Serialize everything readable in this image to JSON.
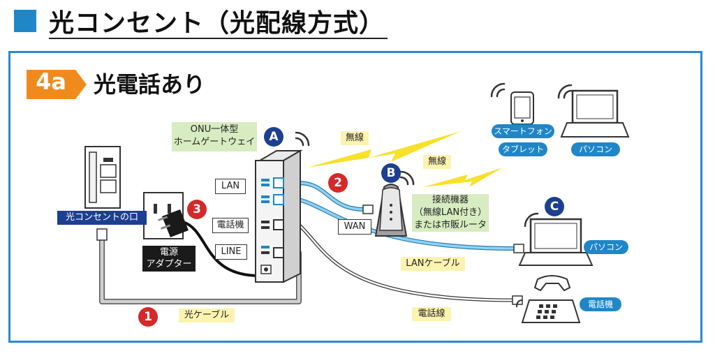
{
  "header": {
    "title": "光コンセント（光配線方式）"
  },
  "badge": {
    "label": "4a"
  },
  "subtitle": "光電話あり",
  "onu": {
    "label_line1": "ONU一体型",
    "label_line2": "ホームゲートウェイ",
    "marker": "A"
  },
  "router": {
    "marker": "B",
    "label_line1": "接続機器",
    "label_line2": "（無線LAN付き）",
    "label_line3": "または市販ルータ",
    "port_label": "WAN"
  },
  "pc_wired": {
    "marker": "C",
    "label": "パソコン"
  },
  "ports": {
    "lan": "LAN",
    "phone": "電話機",
    "line": "LINE"
  },
  "outlet": {
    "label": "光コンセントの口"
  },
  "adapter": {
    "label_line1": "電源",
    "label_line2": "アダプター",
    "marker": "3"
  },
  "wireless": {
    "label1": "無線",
    "label2": "無線",
    "marker": "2"
  },
  "devices": {
    "smartphone": "スマートフォン",
    "tablet": "タブレット",
    "pc_wireless": "パソコン",
    "phone": "電話機"
  },
  "cables": {
    "fiber": "光ケーブル",
    "fiber_marker": "1",
    "lan": "LANケーブル",
    "phone": "電話線"
  },
  "colors": {
    "accent_blue": "#1f86c8",
    "dark_blue": "#1d3f8f",
    "orange": "#f08a1c",
    "red": "#d62828",
    "lan_cable": "#8fd3f4",
    "lightning": "#f7e12a"
  },
  "icons": [
    "wifi-icon",
    "smartphone-icon",
    "laptop-icon",
    "telephone-icon",
    "power-plug-icon",
    "lightning-icon"
  ]
}
